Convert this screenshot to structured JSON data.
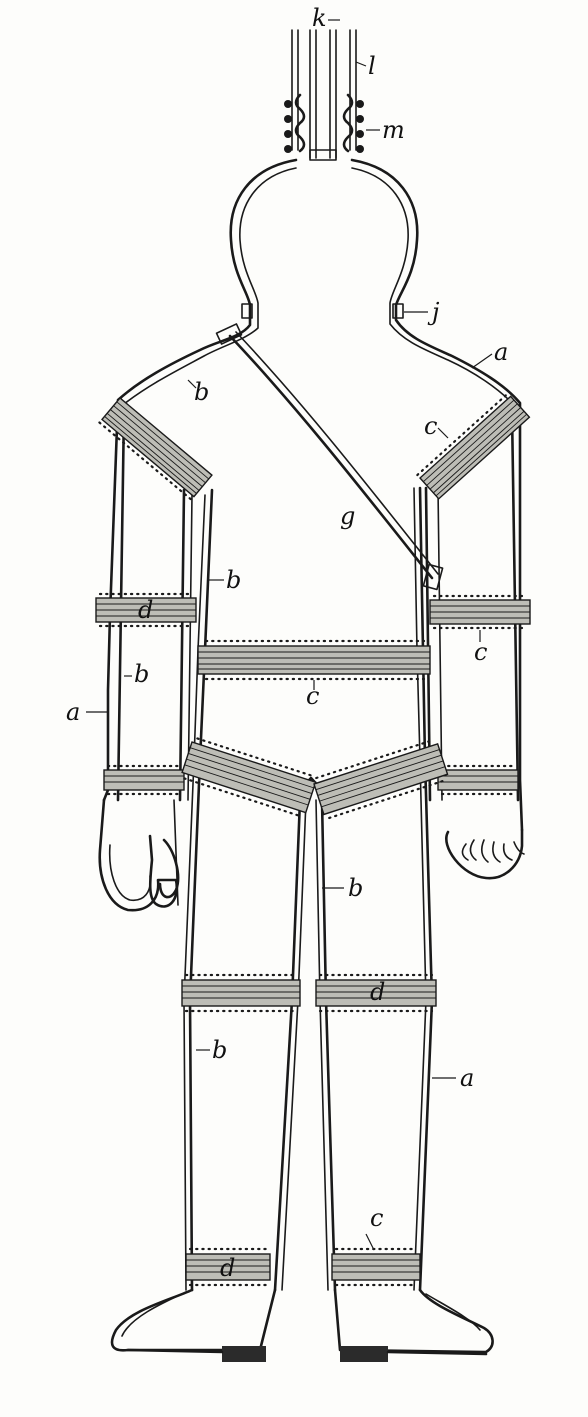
{
  "figure": {
    "labels": {
      "k": "k",
      "l": "l",
      "m": "m",
      "j": "j",
      "a_shoulder": "a",
      "a_arm": "a",
      "a_leg": "a",
      "b_shoulder": "b",
      "b_upper_arm": "b",
      "b_forearm": "b",
      "b_crotch": "b",
      "b_leg": "b",
      "c_shoulder": "c",
      "c_forearm": "c",
      "c_waist": "c",
      "c_ankle": "c",
      "d_arm": "d",
      "d_knee": "d",
      "d_ankle": "d",
      "g": "g"
    }
  }
}
